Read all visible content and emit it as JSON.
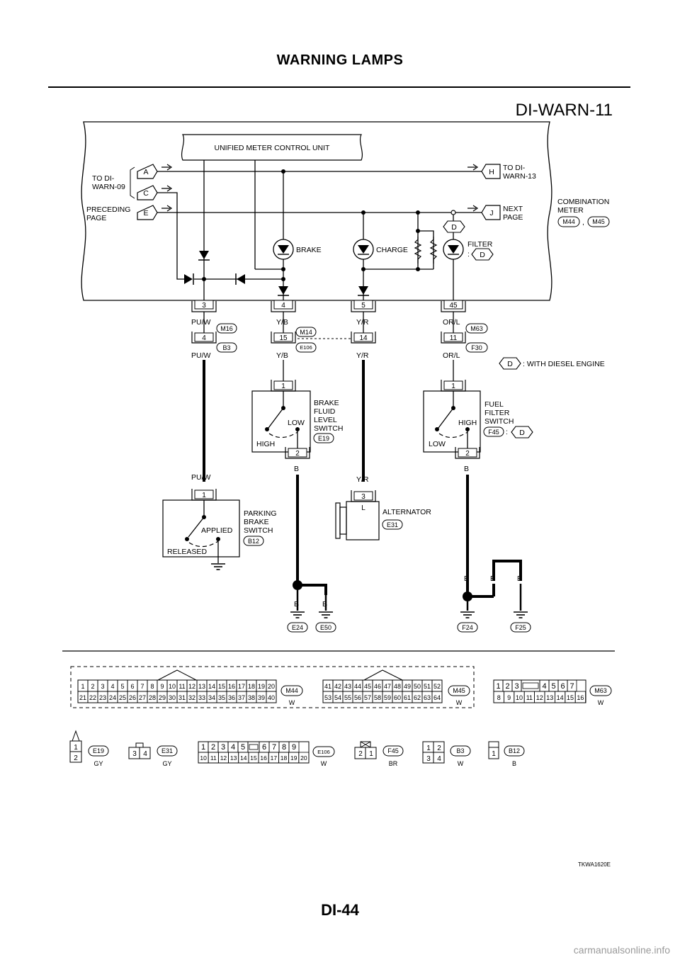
{
  "header": {
    "title": "WARNING LAMPS",
    "diagram_id": "DI-WARN-11"
  },
  "footer": {
    "page_number": "DI-44",
    "figure_code": "TKWA1620E",
    "watermark": "carmanualsonline.info"
  },
  "meter": {
    "unit_label": "UNIFIED METER CONTROL UNIT",
    "to_left_line1": "TO DI-",
    "to_left_line2": "WARN-09",
    "preceding_line1": "PRECEDING",
    "preceding_line2": "PAGE",
    "to_right_line1": "TO DI-",
    "to_right_line2": "WARN-13",
    "next_line1": "NEXT",
    "next_line2": "PAGE",
    "flags": {
      "a": "A",
      "c": "C",
      "e": "E",
      "h": "H",
      "j": "J",
      "d": "D"
    },
    "combination_line1": "COMBINATION",
    "combination_line2": "METER",
    "conn_a": "M44",
    "conn_b": "M45",
    "comma": ",",
    "lamp_brake": "BRAKE",
    "lamp_charge": "CHARGE",
    "lamp_filter": "FILTER",
    "colon": ":"
  },
  "terminals": {
    "t3": "3",
    "t4": "4",
    "t5": "5",
    "t45": "45"
  },
  "harness": {
    "puw": "PU/W",
    "yb": "Y/B",
    "yr": "Y/R",
    "orl": "OR/L",
    "b": "B",
    "m16": "M16",
    "b3": "B3",
    "m14": "M14",
    "e106": "E106",
    "m63": "M63",
    "f30": "F30",
    "p4": "4",
    "p15": "15",
    "p14": "14",
    "p11": "11",
    "diesel_note": ": WITH DIESEL ENGINE"
  },
  "brake_fluid": {
    "line1": "BRAKE",
    "line2": "FLUID",
    "line3": "LEVEL",
    "line4": "SWITCH",
    "conn": "E19",
    "low": "LOW",
    "high": "HIGH",
    "pin1": "1",
    "pin2": "2"
  },
  "fuel_filter": {
    "line1": "FUEL",
    "line2": "FILTER",
    "line3": "SWITCH",
    "conn": "F45",
    "low": "LOW",
    "high": "HIGH",
    "pin1": "1",
    "pin2": "2"
  },
  "parking": {
    "line1": "PARKING",
    "line2": "BRAKE",
    "line3": "SWITCH",
    "conn": "B12",
    "applied": "APPLIED",
    "released": "RELEASED",
    "pin1": "1"
  },
  "alternator": {
    "label": "ALTERNATOR",
    "conn": "E31",
    "pin": "3",
    "term": "L"
  },
  "grounds": {
    "e24": "E24",
    "e50": "E50",
    "f24": "F24",
    "f25": "F25"
  },
  "connectors": {
    "m44": {
      "id": "M44",
      "color": "W",
      "row1": [
        "1",
        "2",
        "3",
        "4",
        "5",
        "6",
        "7",
        "8",
        "9",
        "10",
        "11",
        "12",
        "13",
        "14",
        "15",
        "16",
        "17",
        "18",
        "19",
        "20"
      ],
      "row2": [
        "21",
        "22",
        "23",
        "24",
        "25",
        "26",
        "27",
        "28",
        "29",
        "30",
        "31",
        "32",
        "33",
        "34",
        "35",
        "36",
        "37",
        "38",
        "39",
        "40"
      ]
    },
    "m45": {
      "id": "M45",
      "color": "W",
      "row1": [
        "41",
        "42",
        "43",
        "44",
        "45",
        "46",
        "47",
        "48",
        "49",
        "50",
        "51",
        "52"
      ],
      "row2": [
        "53",
        "54",
        "55",
        "56",
        "57",
        "58",
        "59",
        "60",
        "61",
        "62",
        "63",
        "64"
      ]
    },
    "m63": {
      "id": "M63",
      "color": "W",
      "row1": [
        "1",
        "2",
        "3",
        "",
        "4",
        "5",
        "6",
        "7"
      ],
      "row2": [
        "8",
        "9",
        "10",
        "11",
        "12",
        "13",
        "14",
        "15",
        "16"
      ]
    },
    "e19": {
      "id": "E19",
      "color": "GY",
      "pins": [
        "1",
        "2"
      ]
    },
    "e31": {
      "id": "E31",
      "color": "GY",
      "pins": [
        "3",
        "4"
      ]
    },
    "e106": {
      "id": "E106",
      "color": "W",
      "row1": [
        "1",
        "2",
        "3",
        "4",
        "5",
        "",
        "6",
        "7",
        "8",
        "9"
      ],
      "row2": [
        "10",
        "11",
        "12",
        "13",
        "14",
        "15",
        "16",
        "17",
        "18",
        "19",
        "20"
      ]
    },
    "f45": {
      "id": "F45",
      "color": "BR",
      "pins": [
        "2",
        "1"
      ]
    },
    "b3": {
      "id": "B3",
      "color": "W",
      "row1": [
        "1",
        "2"
      ],
      "row2": [
        "3",
        "4"
      ]
    },
    "b12": {
      "id": "B12",
      "color": "B",
      "pins": [
        "1"
      ]
    }
  }
}
